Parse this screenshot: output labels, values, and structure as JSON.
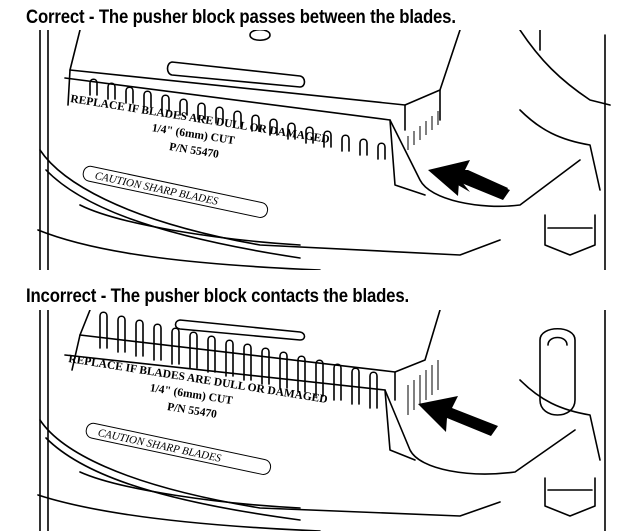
{
  "panels": [
    {
      "heading": "Correct - The pusher block passes between the blades.",
      "label_line1": "REPLACE IF BLADES ARE DULL OR DAMAGED",
      "label_line2": "1/4\" (6mm) CUT",
      "label_line3": "P/N 55470",
      "caution": "CAUTION SHARP BLADES"
    },
    {
      "heading": "Incorrect - The pusher block contacts the blades.",
      "label_line1": "REPLACE IF BLADES ARE DULL OR DAMAGED",
      "label_line2": "1/4\" (6mm) CUT",
      "label_line3": "P/N 55470",
      "caution": "CAUTION SHARP BLADES"
    }
  ]
}
